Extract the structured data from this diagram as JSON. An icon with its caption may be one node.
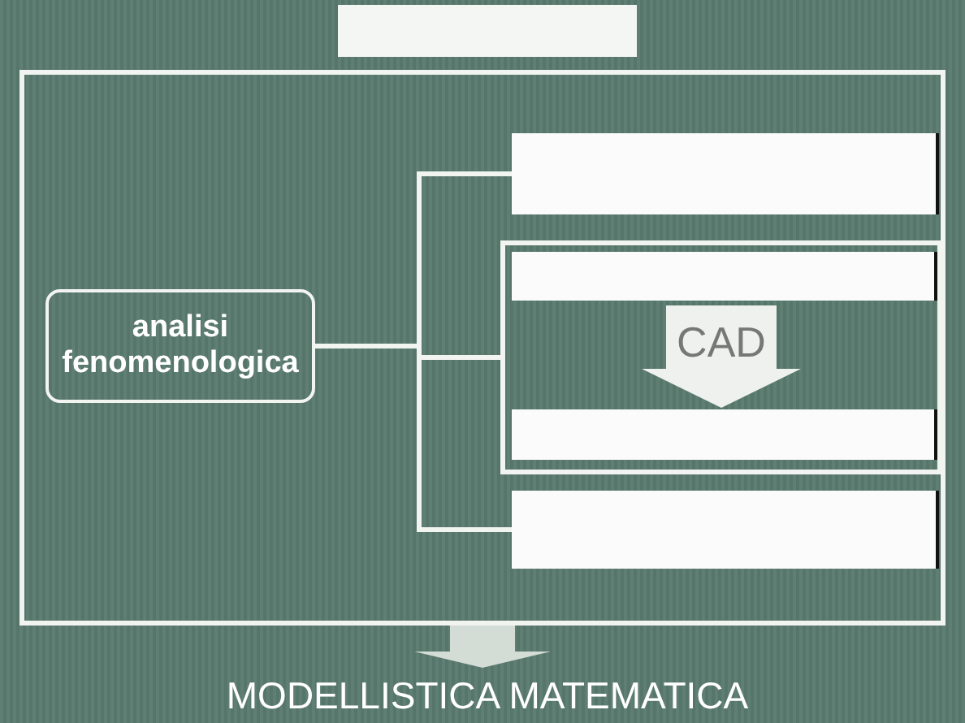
{
  "diagram": {
    "nodes": [
      {
        "text": [],
        "shape": "box"
      },
      {
        "text": [],
        "shape": "box"
      },
      {
        "text": [
          "analisi fenomenologica"
        ],
        "in": 1
      },
      {
        "text": [],
        "shape": "box",
        "in": 1
      },
      {
        "text": [],
        "shape": "box",
        "in": 1
      },
      {
        "text": [],
        "shape": "box",
        "in": 4
      },
      {
        "text": [],
        "shape": "box",
        "in": 4
      },
      {
        "text": [],
        "shape": "box",
        "in": 1
      },
      {
        "text": [
          "MODELLISTICA MATEMATICA"
        ]
      }
    ],
    "edges": [
      {
        "from": 2,
        "to": 3,
        "arrow": "none"
      },
      {
        "from": 2,
        "to": 4,
        "arrow": "none"
      },
      {
        "from": 2,
        "to": 7,
        "arrow": "none"
      },
      {
        "from": 5,
        "to": 6,
        "arrow": "to",
        "label": "CAD",
        "style": "thick"
      },
      {
        "from": 1,
        "to": 8,
        "arrow": "to",
        "style": "thick"
      }
    ]
  }
}
